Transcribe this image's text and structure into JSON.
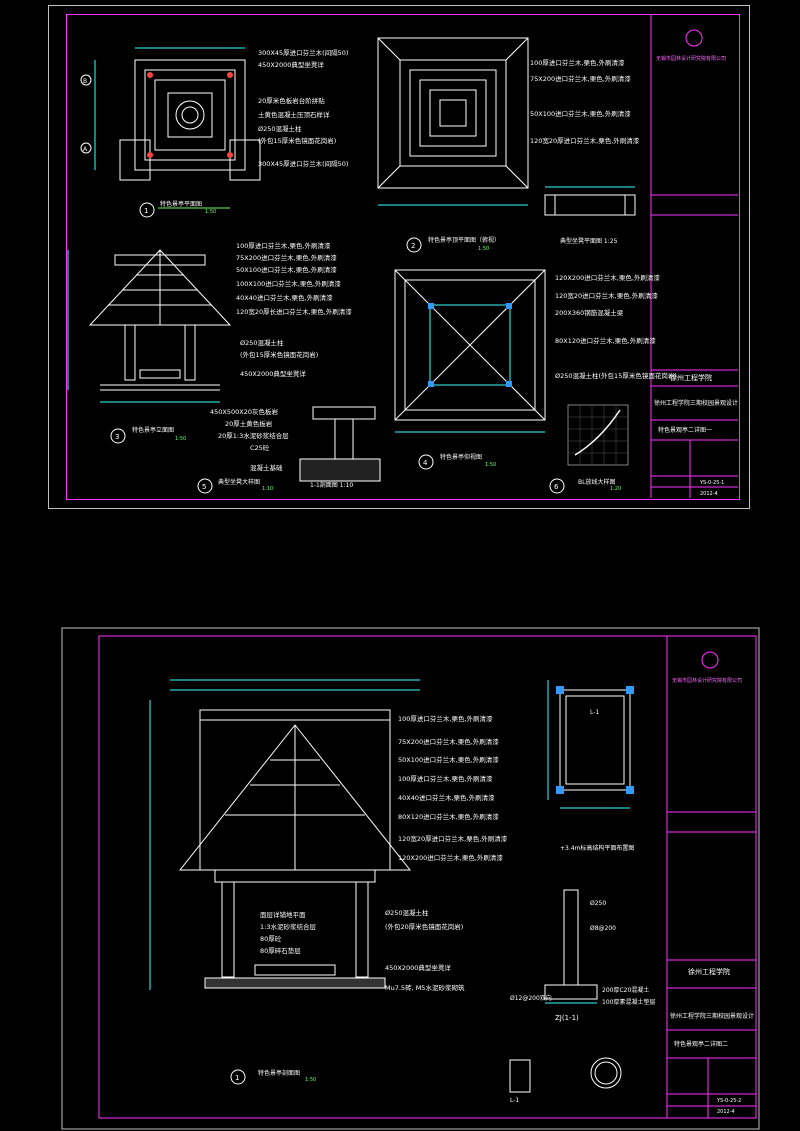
{
  "colors": {
    "background": "#000000",
    "frame": "#ff33ff",
    "lines": "#ffffff",
    "dims": "#33ffff",
    "labels": "#ffffff",
    "accent_green": "#66ff66",
    "accent_yellow": "#ffff66"
  },
  "sheet1": {
    "title_block": {
      "institute": "无锡市园林设计研究院有限公司",
      "project": "徐州工程学院",
      "project_sub": "徐州工程学院三期校园景观设计",
      "drawing_title": "特色景观亭二详图一",
      "drawing_no": "YS-0-25-1",
      "date": "2012-4"
    },
    "views": [
      {
        "num": "1",
        "title": "特色景亭平面图",
        "scale": "1:50"
      },
      {
        "num": "2",
        "title": "特色景亭顶平面图（俯视）",
        "scale": "1:50"
      },
      {
        "num": "3",
        "title": "特色景亭立面图",
        "scale": "1:50"
      },
      {
        "num": "4",
        "title": "特色景亭仰视图",
        "scale": "1:50"
      },
      {
        "num": "5",
        "title": "典型坐凳大样图",
        "scale": "1:10"
      },
      {
        "num": "6",
        "title": "BL放线大样图",
        "scale": "1:20"
      }
    ],
    "section_label": "1-1剖面图 1:10",
    "small_plan_label": "典型坐凳平面图 1:25",
    "notes_plan": [
      "300X45厚进口芬兰木(间隔50)",
      "450X2000典型坐凳详",
      "20厚米色板岩台阶拼贴",
      "土黄色混凝土压顶石样详",
      "Ø250混凝土柱",
      "(外包15厚米色镜面花岗岩)",
      "300X45厚进口芬兰木(间隔50)"
    ],
    "notes_top": [
      "100厚进口芬兰木,栗色,外刷清漆",
      "75X200进口芬兰木,栗色,外刷清漆",
      "50X100进口芬兰木,栗色,外刷清漆",
      "120宽20厚进口芬兰木,栗色,外刷清漆"
    ],
    "notes_elev": [
      "100厚进口芬兰木,栗色,外刷清漆",
      "75X200进口芬兰木,栗色,外刷清漆",
      "50X100进口芬兰木,栗色,外刷清漆",
      "100X100进口芬兰木,栗色,外刷清漆",
      "40X40进口芬兰木,栗色,外刷清漆",
      "120宽20厚长进口芬兰木,栗色,外刷清漆",
      "Ø250混凝土柱",
      "(外包15厚米色镜面花岗岩)",
      "450X2000典型坐凳详"
    ],
    "notes_under": [
      "120X200进口芬兰木,栗色,外刷清漆",
      "120宽20进口芬兰木,栗色,外刷清漆",
      "200X360钢筋混凝土梁",
      "80X120进口芬兰木,栗色,外刷清漆",
      "Ø250混凝土柱(外包15厚米色镜面花岗岩)"
    ],
    "notes_seat": [
      "450X500X20灰色板岩",
      "20厚土黄色板岩",
      "20厚1:3水泥砂浆结合层",
      "C25砼",
      "混凝土基础"
    ]
  },
  "sheet2": {
    "title_block": {
      "institute": "无锡市园林设计研究院有限公司",
      "project": "徐州工程学院",
      "project_sub": "徐州工程学院三期校园景观设计",
      "drawing_title": "特色景观亭二详图二",
      "drawing_no": "YS-0-25-2",
      "date": "2012-4"
    },
    "views": [
      {
        "num": "1",
        "title": "特色景亭剖面图",
        "scale": "1:50"
      }
    ],
    "struct_label": "+3.4m标高结构平面布置图",
    "zj_label": "ZJ(1-1)",
    "l1_label": "L-1",
    "notes_section": [
      "100厚进口芬兰木,栗色,外刷清漆",
      "75X200进口芬兰木,栗色,外刷清漆",
      "50X100进口芬兰木,栗色,外刷清漆",
      "100厚进口芬兰木,栗色,外刷清漆",
      "40X40进口芬兰木,栗色,外刷清漆",
      "80X120进口芬兰木,栗色,外刷清漆",
      "120宽20厚进口芬兰木,栗色,外刷清漆",
      "120X200进口芬兰木,栗色,外刷清漆"
    ],
    "notes_floor": [
      "面层详铺地平面",
      "1:3水泥砂浆结合层",
      "80厚砼",
      "80厚碎石垫层"
    ],
    "notes_right": [
      "Ø250混凝土柱",
      "(外包20厚米色镜面花岗岩)",
      "450X2000典型坐凳详",
      "Mu7.5砖, M5水泥砂浆砌筑"
    ],
    "notes_zj": [
      "Ø250",
      "Ø8@200",
      "Ø12@200双向",
      "200厚C20混凝土",
      "100厚素混凝土垫层"
    ]
  }
}
